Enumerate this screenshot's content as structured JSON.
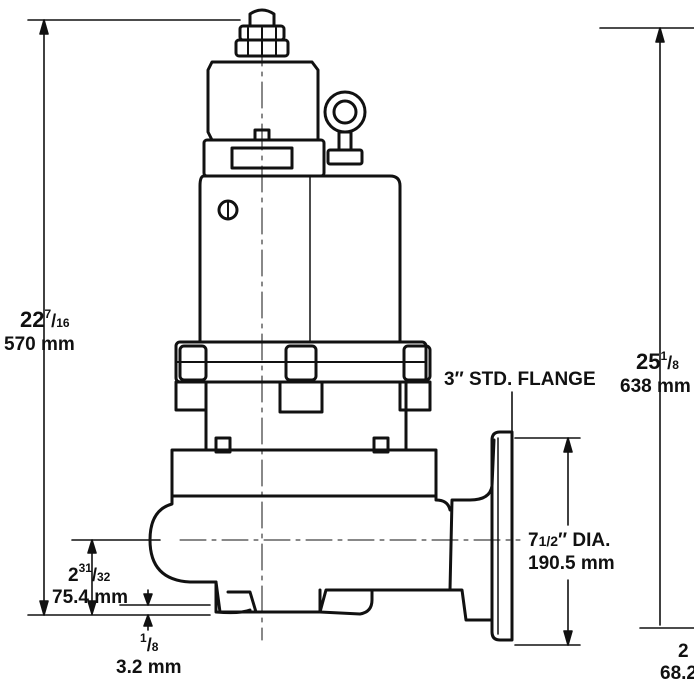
{
  "dimensions": {
    "overall_height_left": {
      "whole": "22",
      "num": "7",
      "den": "16",
      "metric": "570 mm"
    },
    "overall_height_right": {
      "whole": "25",
      "num": "1",
      "den": "8",
      "metric": "638 mm"
    },
    "inlet_height": {
      "whole": "2",
      "num": "31",
      "den": "32",
      "metric": "75.4 mm"
    },
    "base_clearance": {
      "num": "1",
      "den": "8",
      "metric": "3.2 mm"
    },
    "flange_label": "3″ STD. FLANGE",
    "flange_dia": {
      "whole": "7",
      "frac": "1/2",
      "suffix": "″ DIA.",
      "metric": "190.5 mm"
    },
    "right_bottom_cut": {
      "whole": "2",
      "metric": "68.2"
    }
  }
}
